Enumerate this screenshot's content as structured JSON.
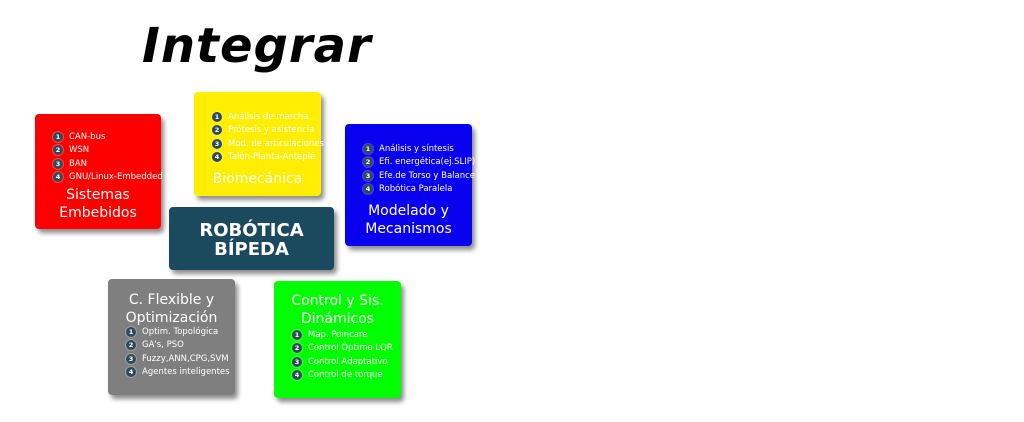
{
  "title": "Integrar",
  "boxes": {
    "embebidos": {
      "color": "#ff0000",
      "items": [
        "CAN-bus",
        "WSN",
        "BAN",
        "GNU/Linux-Embedded"
      ],
      "heading": [
        "Sistemas",
        "Embebidos"
      ]
    },
    "biomecanica": {
      "color": "#ffee00",
      "items": [
        "Análisis de marcha",
        "Prótesis y asistencia",
        "Mod. de articulaciones",
        "Talón-Planta-Antepié"
      ],
      "heading": [
        "Biomecánica"
      ]
    },
    "modelado": {
      "color": "#0a00f0",
      "items": [
        "Análisis y síntesis",
        "Efi. energética(ej.SLIP)",
        "Efe.de Torso y Balance",
        "Robótica Paralela"
      ],
      "heading": [
        "Modelado y",
        "Mecanismos"
      ]
    },
    "robotica": {
      "color": "#1b4a5e",
      "heading": [
        "ROBÓTICA",
        "BÍPEDA"
      ]
    },
    "flexible": {
      "color": "#7f7f7f",
      "heading": [
        "C. Flexible y",
        "Optimización"
      ],
      "items": [
        "Optim. Topológica",
        "GA's, PSO",
        "Fuzzy,ANN,CPG,SVM",
        "Agentes inteligentes"
      ]
    },
    "control": {
      "color": "#00ff00",
      "heading": [
        "Control y Sis.",
        "Dinámicos"
      ],
      "items": [
        "Map. Poincare",
        "Control Óptimo LQR",
        "Control Adaptativo",
        "Control de torque"
      ]
    }
  },
  "bullet_numbers": [
    "1",
    "2",
    "3",
    "4"
  ]
}
